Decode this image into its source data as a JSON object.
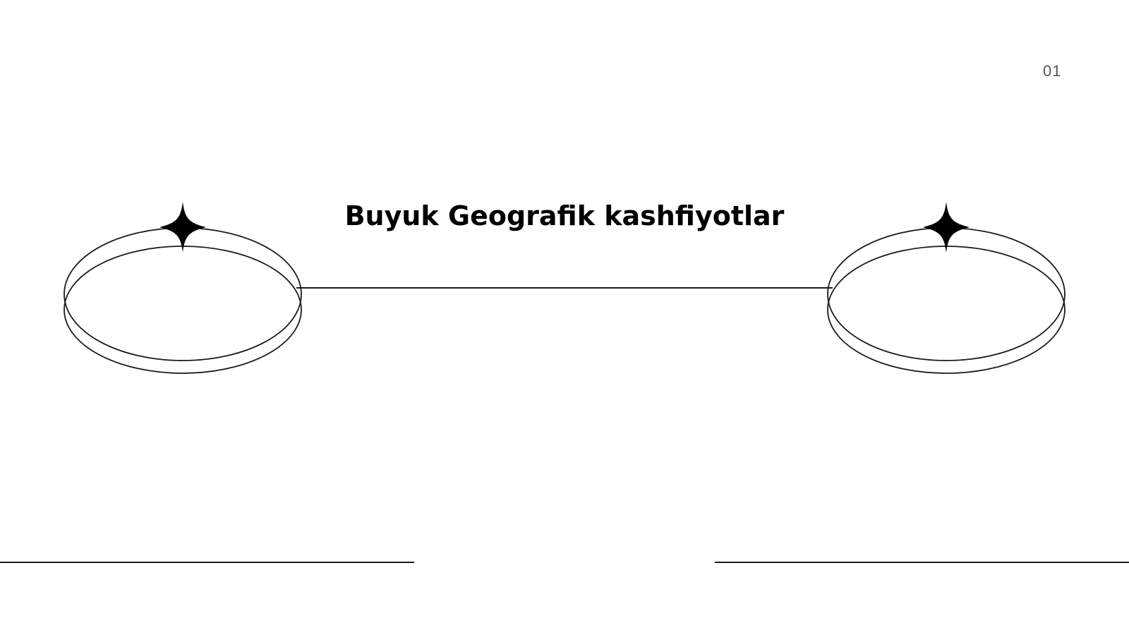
{
  "slide": {
    "title": "Buyuk Geografik kashfiyotlar",
    "page_number": "01"
  },
  "colors": {
    "background": "#ffffff",
    "line": "#1a1a1a",
    "text": "#000000",
    "page_number": "#555555"
  },
  "icons": {
    "left_star": "four-point-star-icon",
    "right_star": "four-point-star-icon",
    "left_ring": "double-ellipse-ring",
    "right_ring": "double-ellipse-ring"
  }
}
